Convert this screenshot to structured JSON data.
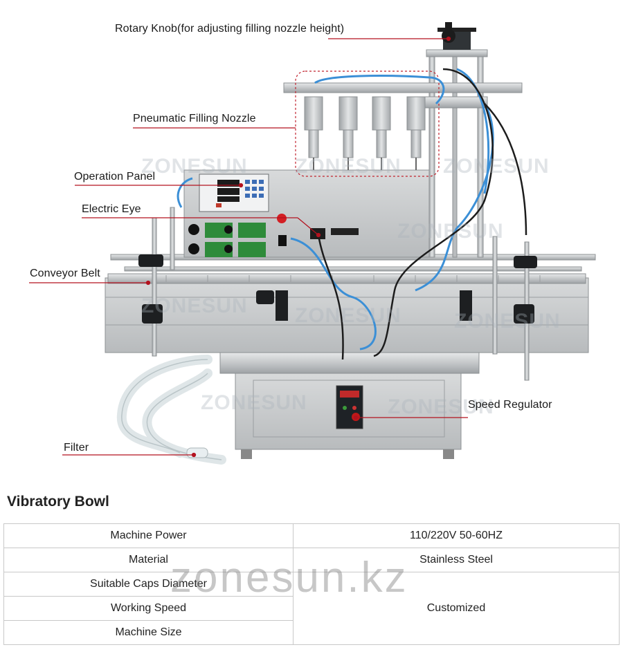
{
  "callouts": {
    "rotary_knob": "Rotary Knob(for adjusting filling nozzle height)",
    "nozzle": "Pneumatic Filling Nozzle",
    "panel": "Operation Panel",
    "eye": "Electric Eye",
    "conveyor": "Conveyor Belt",
    "speed": "Speed Regulator",
    "filter": "Filter"
  },
  "watermark_brand": "ZONESUN",
  "section_title": "Vibratory Bowl",
  "specs": [
    {
      "label": "Machine Power",
      "value": "110/220V 50-60HZ"
    },
    {
      "label": "Material",
      "value": "Stainless Steel"
    },
    {
      "label": "Suitable Caps Diameter",
      "value": "Customized"
    },
    {
      "label": "Working Speed"
    },
    {
      "label": "Machine Size"
    }
  ],
  "site_watermark": "zonesun.kz",
  "colors": {
    "leader": "#b3121f",
    "steel": "#c9ccce",
    "hose": "#3b8fd6"
  }
}
